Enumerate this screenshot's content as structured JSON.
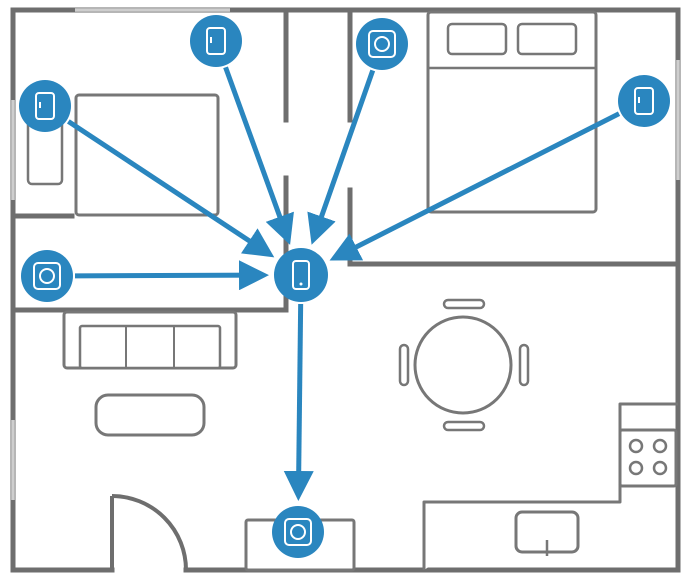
{
  "colors": {
    "accent": "#2a86bf",
    "wall": "#6e6e6e",
    "furniture": "#777777",
    "background": "#ffffff"
  },
  "hub": {
    "id": "hub",
    "icon": "phone-icon"
  },
  "devices": [
    {
      "id": "bedroom-left-door-sensor",
      "icon": "door-sensor-icon"
    },
    {
      "id": "bedroom-left-window-sensor",
      "icon": "door-sensor-icon"
    },
    {
      "id": "bedroom-left-motion-sensor",
      "icon": "camera-sensor-icon"
    },
    {
      "id": "bedroom-right-camera-sensor",
      "icon": "camera-sensor-icon"
    },
    {
      "id": "bedroom-right-window-sensor",
      "icon": "door-sensor-icon"
    },
    {
      "id": "living-room-camera-sensor",
      "icon": "camera-sensor-icon"
    }
  ],
  "links": [
    {
      "from": "bedroom-left-door-sensor",
      "to": "hub"
    },
    {
      "from": "bedroom-left-window-sensor",
      "to": "hub"
    },
    {
      "from": "bedroom-left-motion-sensor",
      "to": "hub"
    },
    {
      "from": "bedroom-right-camera-sensor",
      "to": "hub"
    },
    {
      "from": "bedroom-right-window-sensor",
      "to": "hub"
    },
    {
      "from": "hub",
      "to": "living-room-camera-sensor"
    }
  ]
}
